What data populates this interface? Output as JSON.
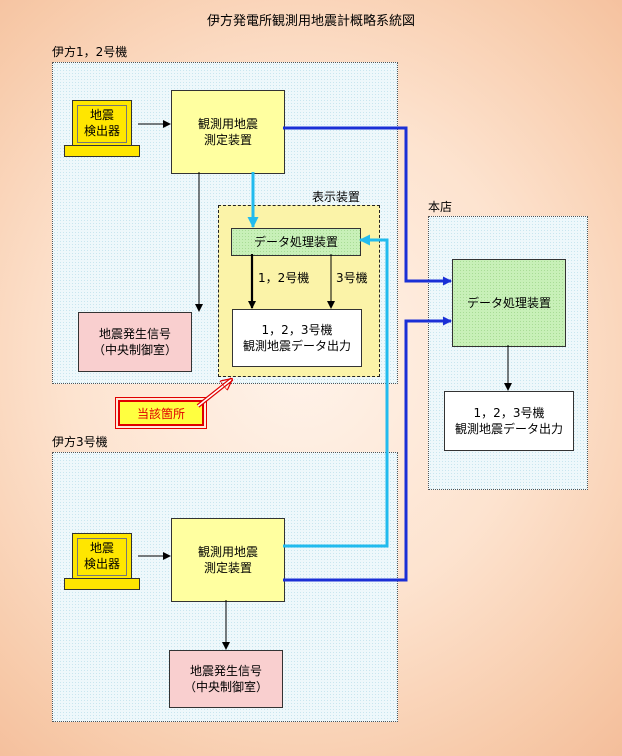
{
  "title": "伊方発電所観測用地震計概略系統図",
  "regions": {
    "units12": "伊方1，2号機",
    "unit3": "伊方3号機",
    "head_office": "本店",
    "display_device": "表示装置"
  },
  "units12": {
    "sensor": [
      "地震",
      "検出器"
    ],
    "measuring": [
      "観測用地震",
      "測定装置"
    ],
    "signal": [
      "地震発生信号",
      "（中央制御室）"
    ],
    "processing": "データ処理装置",
    "output": [
      "1，2，3号機",
      "観測地震データ出力"
    ],
    "line_12": "1，2号機",
    "line_3": "3号機"
  },
  "unit3": {
    "sensor": [
      "地震",
      "検出器"
    ],
    "measuring": [
      "観測用地震",
      "測定装置"
    ],
    "signal": [
      "地震発生信号",
      "（中央制御室）"
    ]
  },
  "head_office": {
    "processing": "データ処理装置",
    "output": [
      "1，2，3号機",
      "観測地震データ出力"
    ]
  },
  "callout": "当該箇所",
  "colors": {
    "dark_blue_line": "#1a2fd6",
    "light_blue_line": "#22bbee",
    "callout_red": "#e00000"
  }
}
